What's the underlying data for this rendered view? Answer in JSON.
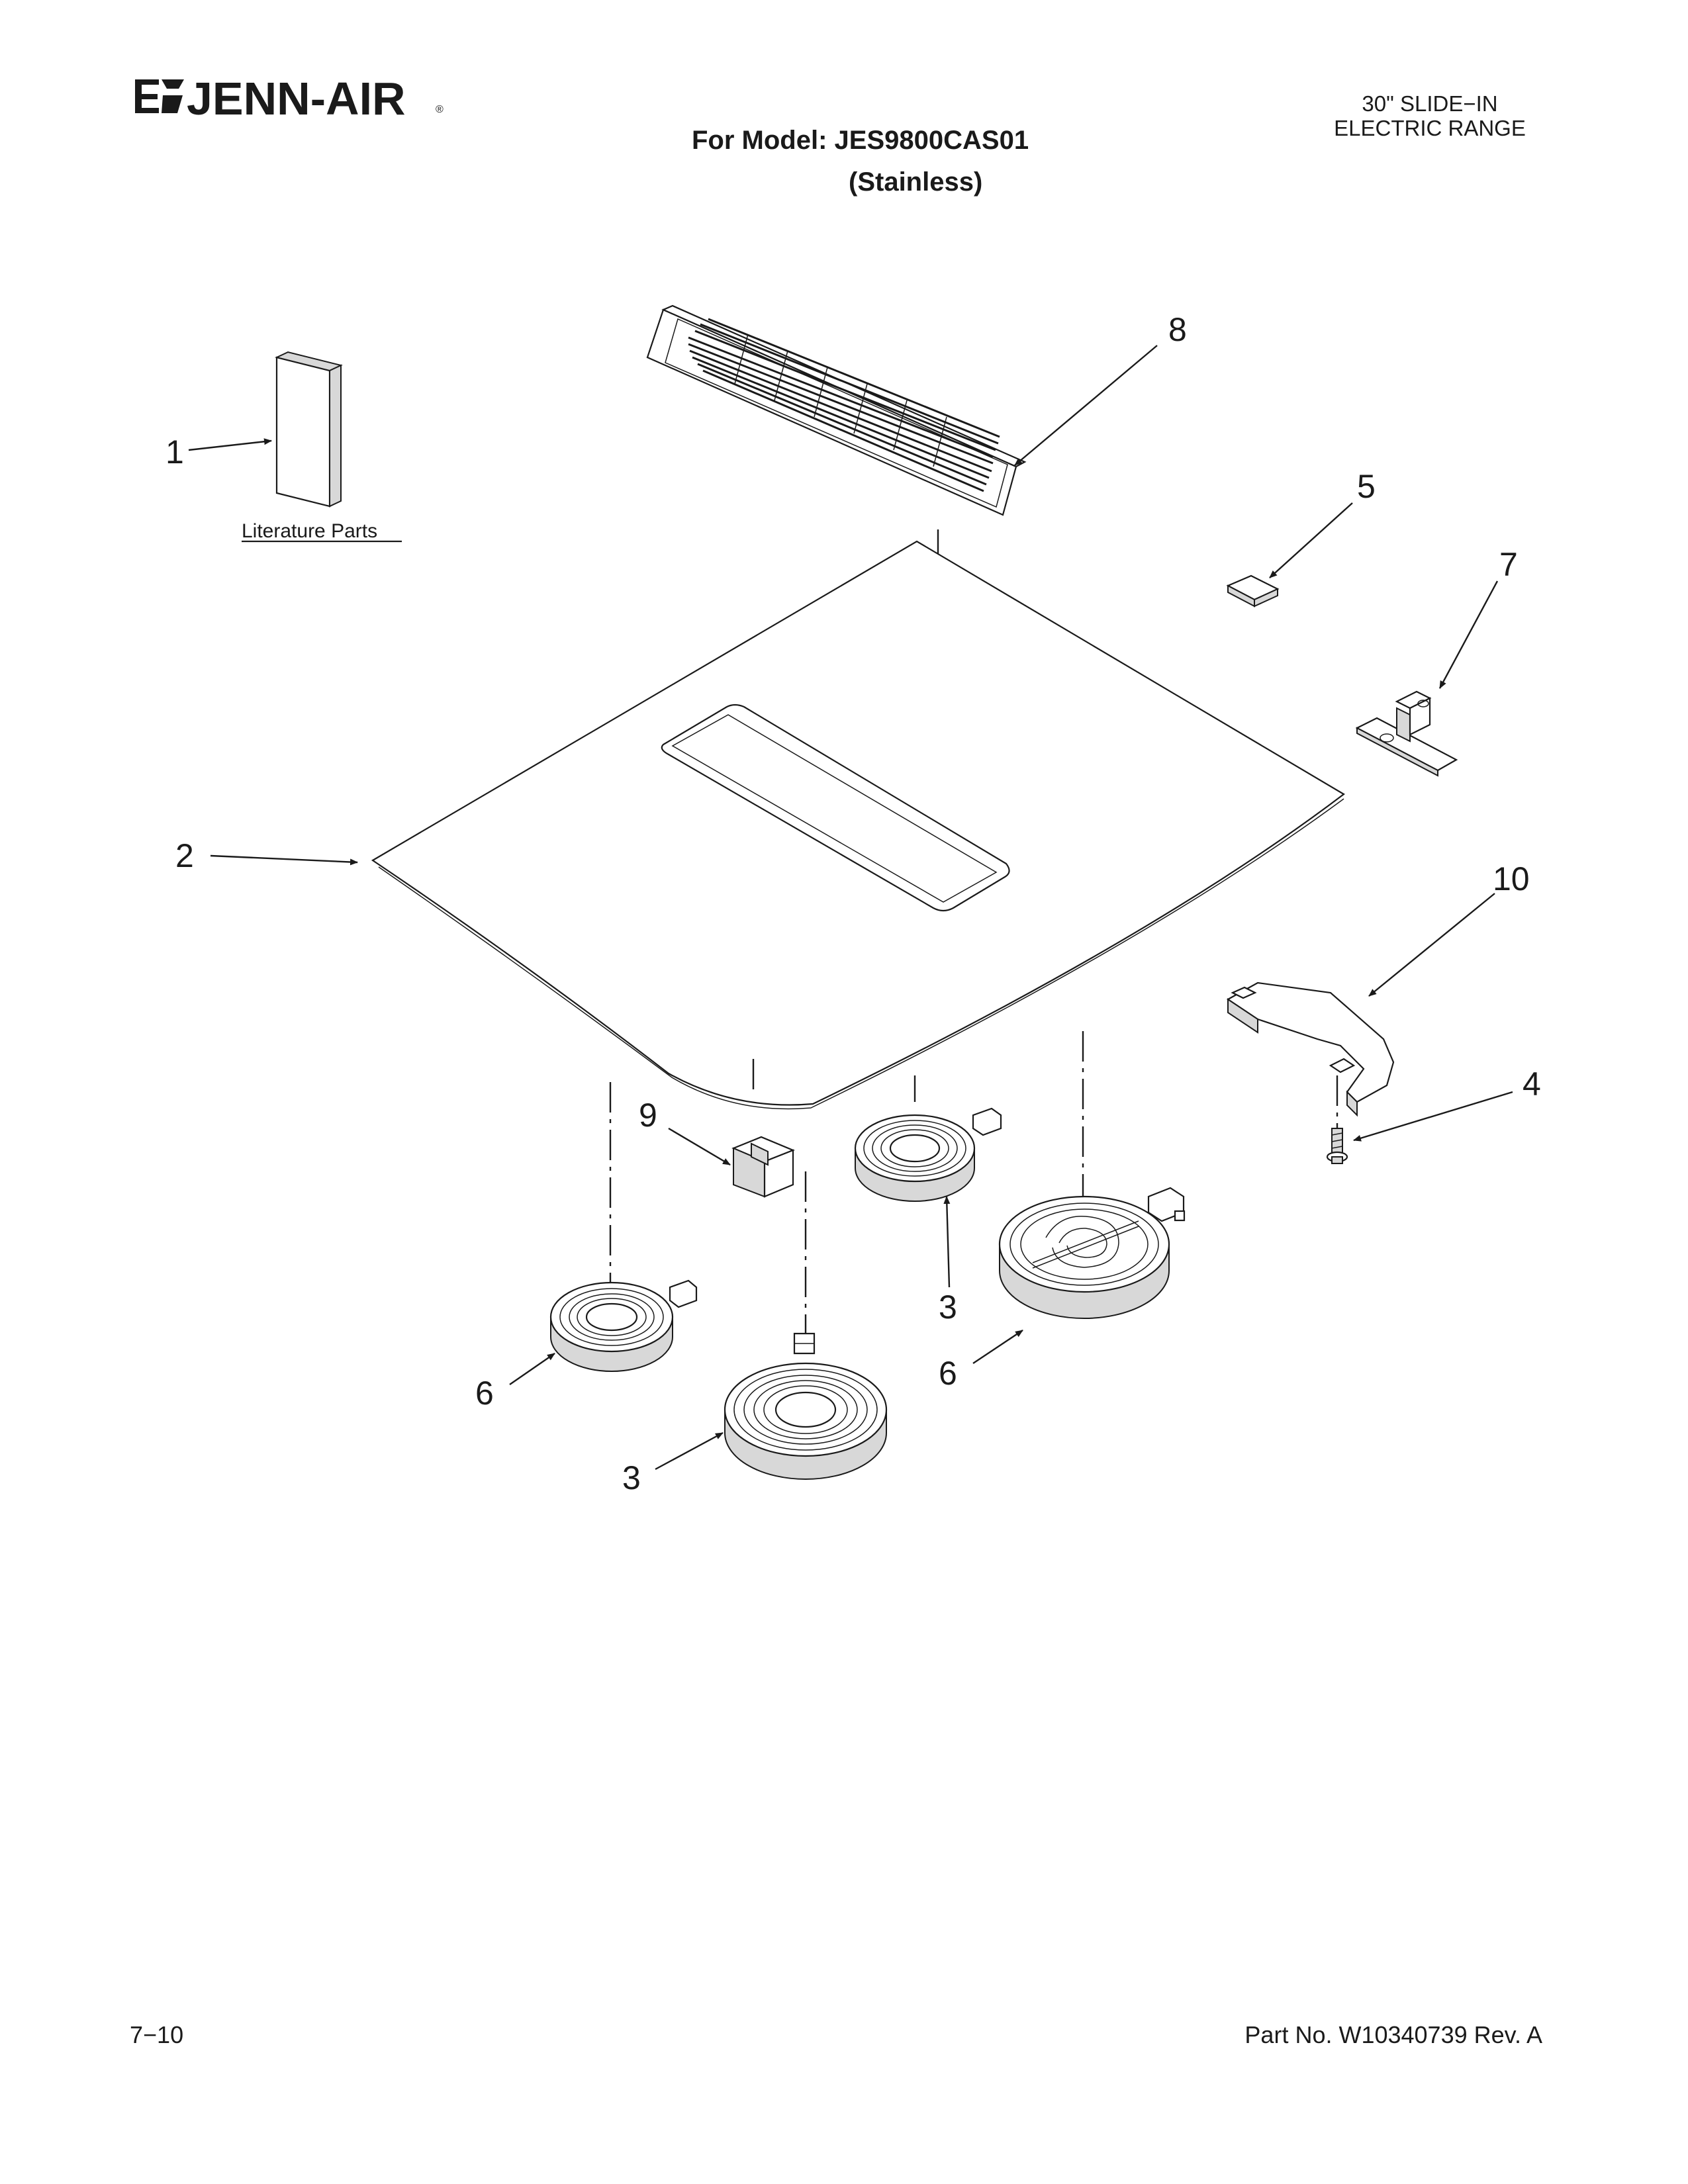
{
  "header": {
    "brand_logo_text": "JENN-AIR",
    "model_line": "For Model: JES9800CAS01",
    "finish_line": "(Stainless)",
    "product_line1": "30\" SLIDE−IN",
    "product_line2": "ELECTRIC RANGE"
  },
  "diagram": {
    "literature_label": "Literature Parts",
    "callouts": {
      "c1": "1",
      "c2": "2",
      "c3a": "3",
      "c3b": "3",
      "c4": "4",
      "c5": "5",
      "c6a": "6",
      "c6b": "6",
      "c7": "7",
      "c8": "8",
      "c9": "9",
      "c10": "10"
    }
  },
  "footer": {
    "page_number": "7−10",
    "part_number": "Part No. W10340739 Rev. A"
  },
  "colors": {
    "ink": "#1a1a1a",
    "paper": "#ffffff",
    "shade": "#d8d8d8"
  }
}
